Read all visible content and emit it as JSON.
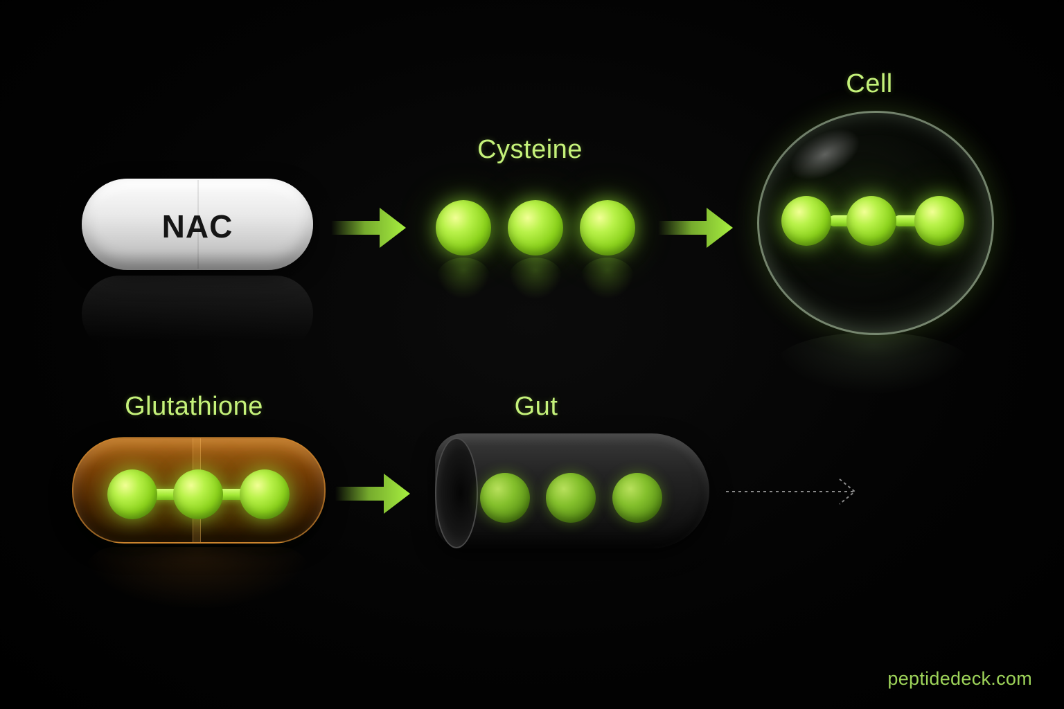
{
  "nodes": {
    "nac": "NAC",
    "cysteine": "Cysteine",
    "cell": "Cell",
    "glutathione": "Glutathione",
    "gut": "Gut"
  },
  "watermark": "peptidedeck.com",
  "colors": {
    "label_green": "#c5f27a",
    "glow_green": "#a6e43a",
    "background": "#000000",
    "capsule_white": "#e9e9e9",
    "capsule_amber": "#7a3e08",
    "tube_dark": "#1e1e1e"
  },
  "icons": [
    "white-capsule-icon",
    "green-molecule-icon",
    "cell-sphere-icon",
    "amber-capsule-icon",
    "gut-tube-icon",
    "arrow-right-icon",
    "dashed-arrow-icon"
  ]
}
